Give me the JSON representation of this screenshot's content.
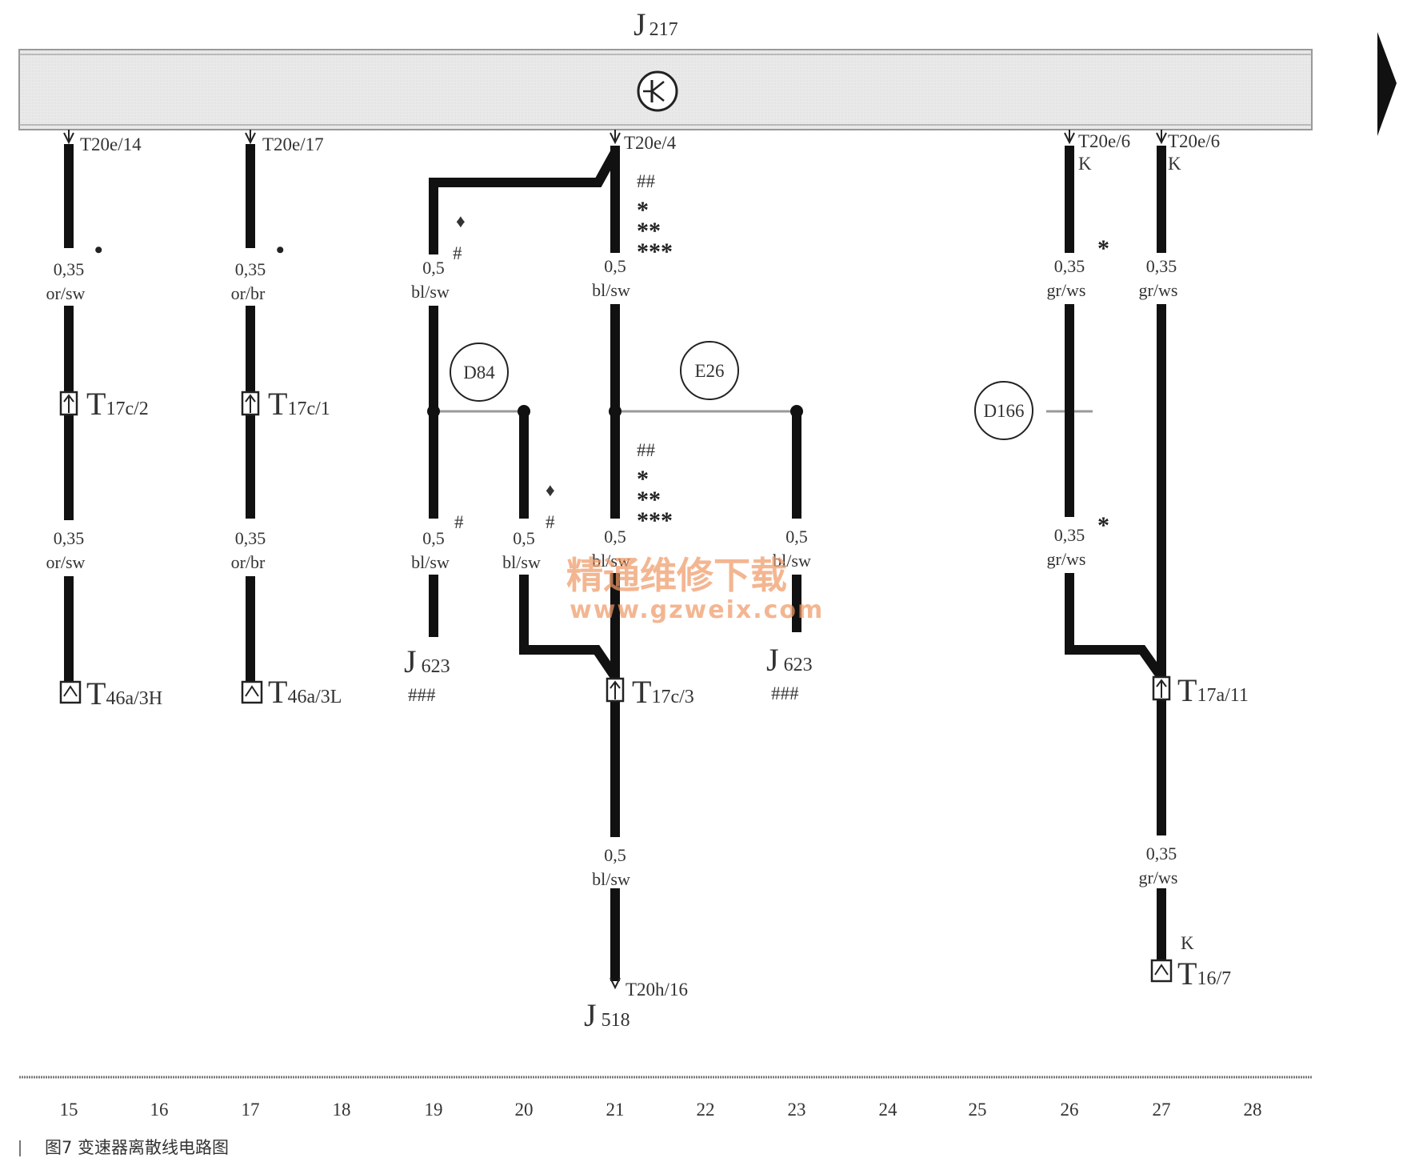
{
  "title": {
    "letter": "J",
    "sub": "217"
  },
  "connectors_top": [
    "T20e/14",
    "T20e/17",
    "T20e/4",
    "T20e/6",
    "T20e/6"
  ],
  "k_marks": [
    "K",
    "K",
    "K"
  ],
  "wires": {
    "w15a": {
      "size": "0,35",
      "color": "or/sw"
    },
    "w15b": {
      "size": "0,35",
      "color": "or/sw"
    },
    "w17a": {
      "size": "0,35",
      "color": "or/br"
    },
    "w17b": {
      "size": "0,35",
      "color": "or/br"
    },
    "w19a": {
      "size": "0,5",
      "color": "bl/sw"
    },
    "w19b": {
      "size": "0,5",
      "color": "bl/sw"
    },
    "w20": {
      "size": "0,5",
      "color": "bl/sw"
    },
    "w21a": {
      "size": "0,5",
      "color": "bl/sw"
    },
    "w21b": {
      "size": "0,5",
      "color": "bl/sw"
    },
    "w21c": {
      "size": "0,5",
      "color": "bl/sw"
    },
    "w23": {
      "size": "0,5",
      "color": "bl/sw"
    },
    "w26a": {
      "size": "0,35",
      "color": "gr/ws"
    },
    "w26b": {
      "size": "0,35",
      "color": "gr/ws"
    },
    "w27a": {
      "size": "0,35",
      "color": "gr/ws"
    },
    "w27b": {
      "size": "0,35",
      "color": "gr/ws"
    }
  },
  "splices": [
    "D84",
    "E26",
    "D166"
  ],
  "connectors": {
    "t17c2": {
      "letter": "T",
      "sub": "17c/2"
    },
    "t17c1": {
      "letter": "T",
      "sub": "17c/1"
    },
    "t46a3h": {
      "letter": "T",
      "sub": "46a/3H"
    },
    "t46a3l": {
      "letter": "T",
      "sub": "46a/3L"
    },
    "t17c3": {
      "letter": "T",
      "sub": "17c/3"
    },
    "t17a11": {
      "letter": "T",
      "sub": "17a/11"
    },
    "t167": {
      "letter": "T",
      "sub": "16/7"
    }
  },
  "components": {
    "j623_left": {
      "letter": "J",
      "sub": "623",
      "note": "###"
    },
    "j623_right": {
      "letter": "J",
      "sub": "623",
      "note": "###"
    },
    "j518": {
      "letter": "J",
      "sub": "518",
      "pin": "T20h/16"
    }
  },
  "marks": {
    "dot": "•",
    "hash": "#",
    "diamond": "♦",
    "double_hash": "##",
    "star1": "*",
    "star2": "**",
    "star3": "***"
  },
  "grid_numbers": [
    "15",
    "16",
    "17",
    "18",
    "19",
    "20",
    "21",
    "22",
    "23",
    "24",
    "25",
    "26",
    "27",
    "28"
  ],
  "watermark": {
    "line1": "精通维修下载",
    "line2": "www.gzweix.com"
  },
  "caption": "图7  变速器离散线电路图"
}
